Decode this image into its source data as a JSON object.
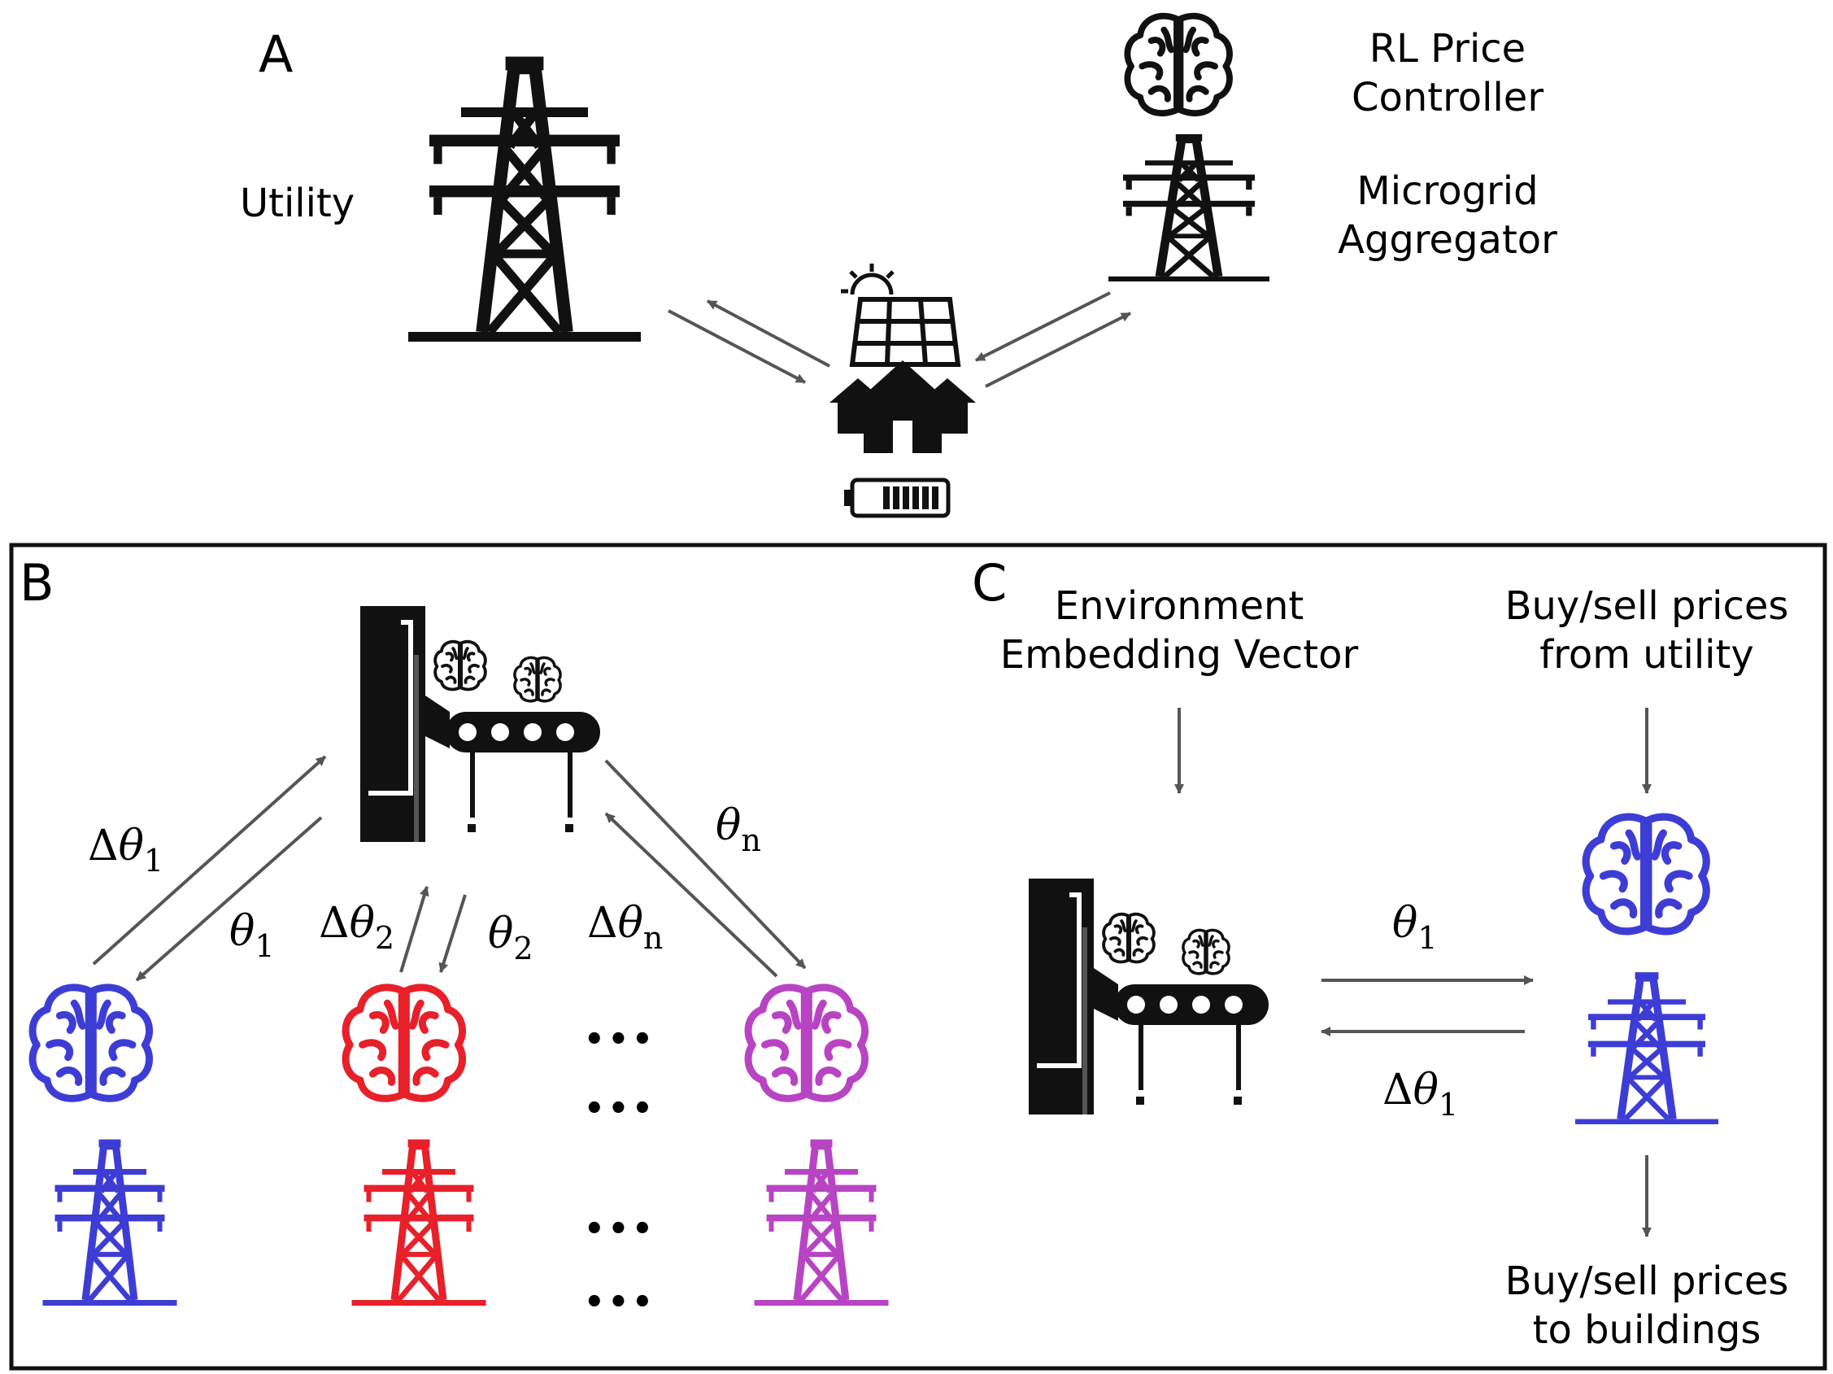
{
  "panels": {
    "a": {
      "letter": "A",
      "utility_label": "Utility",
      "controller_label_line1": "RL Price",
      "controller_label_line2": "Controller",
      "aggregator_label_line1": "Microgrid",
      "aggregator_label_line2": "Aggregator"
    },
    "b": {
      "letter": "B",
      "agents": [
        {
          "color": "#3d3dd6",
          "up": {
            "sym": "θ",
            "sub": "1"
          },
          "down": {
            "sym": "θ",
            "sub": "1"
          }
        },
        {
          "color": "#e8202a",
          "up": {
            "sym": "θ",
            "sub": "2"
          },
          "down": {
            "sym": "θ",
            "sub": "2"
          }
        },
        {
          "color": "#b844c4",
          "up": {
            "sym": "θ",
            "sub": "n"
          },
          "down": {
            "sym": "θ",
            "sub": "n"
          }
        }
      ],
      "delta": "Δ",
      "ellipsis": "•••"
    },
    "c": {
      "letter": "C",
      "env_line1": "Environment",
      "env_line2": "Embedding Vector",
      "buy_in_line1": "Buy/sell prices",
      "buy_in_line2": "from utility",
      "buy_out_line1": "Buy/sell prices",
      "buy_out_line2": "to buildings",
      "theta_sym": "θ",
      "theta_sub": "1",
      "delta": "Δ",
      "agent_color": "#3d3dd6"
    }
  },
  "icons": [
    "tower-icon",
    "brain-icon",
    "solar-panel-icon",
    "sun-icon",
    "houses-icon",
    "battery-icon",
    "meta-learner-icon"
  ]
}
